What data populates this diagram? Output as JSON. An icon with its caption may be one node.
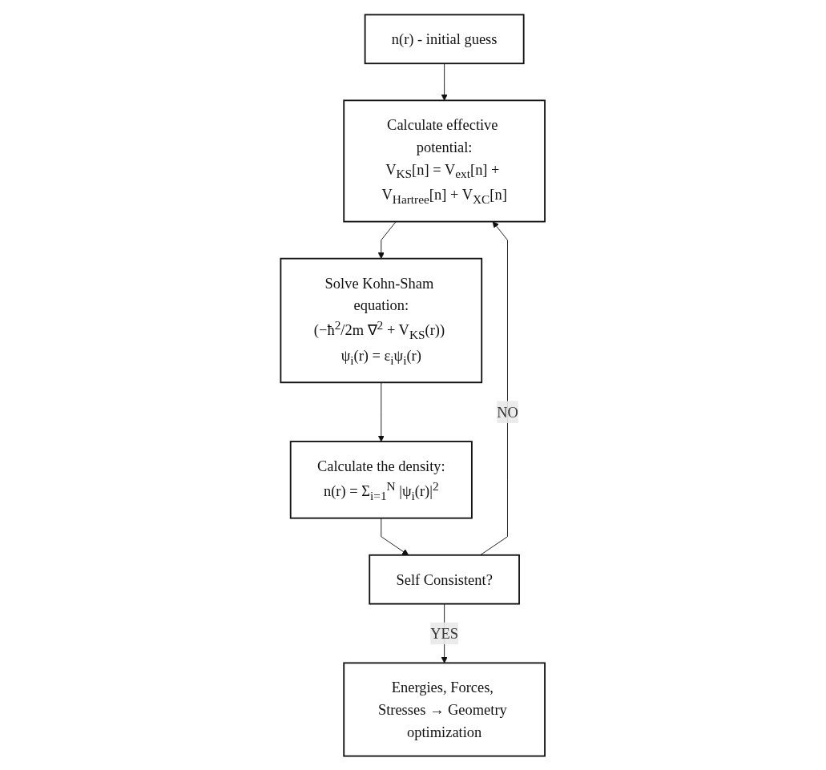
{
  "diagram": {
    "nodes": [
      {
        "text": [
          "n(r) - initial guess"
        ]
      },
      {
        "text": [
          "Calculate effective potential:",
          "V$_{KS}$[n] = V$_{ext}$[n] + V$_{Hartree}$[n] + V$_{XC}$[n]"
        ]
      },
      {
        "text": [
          "Solve Kohn-Sham equation:",
          "(−ħ$^{2}$/2m ∇$^{2}$ + V$_{KS}$(r)) ψ$_{i}$(r) = ε$_{i}$ψ$_{i}$(r)"
        ]
      },
      {
        "text": [
          "Calculate the density:",
          "n(r) = Σ$_{i=1}$$^{N}$ |ψ$_{i}$(r)|$^{2}$"
        ]
      },
      {
        "text": [
          "Self Consistent?"
        ]
      },
      {
        "text": [
          "Energies, Forces, Stresses → Geometry optimization"
        ]
      }
    ],
    "edges": [
      {
        "from": 0,
        "to": 1,
        "arrow": "to"
      },
      {
        "from": 1,
        "to": 2,
        "arrow": "to"
      },
      {
        "from": 2,
        "to": 3,
        "arrow": "to"
      },
      {
        "from": 3,
        "to": 4,
        "arrow": "to"
      },
      {
        "from": 4,
        "to": 1,
        "arrow": "to",
        "label": "NO"
      },
      {
        "from": 4,
        "to": 5,
        "arrow": "to",
        "label": "YES"
      }
    ]
  }
}
